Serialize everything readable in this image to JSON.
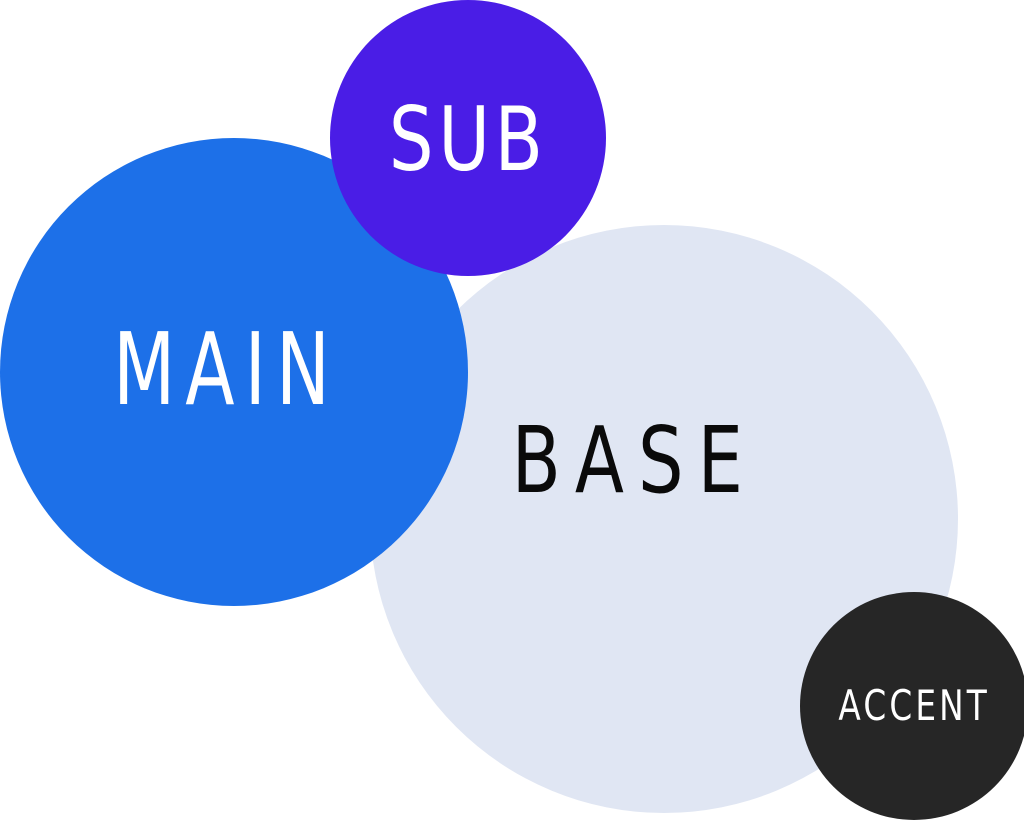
{
  "circles": [
    {
      "id": "base",
      "label": "BASE",
      "fill": "#e0e6f3",
      "text_color": "#0a0a0a"
    },
    {
      "id": "main",
      "label": "MAIN",
      "fill": "#1d70e8",
      "text_color": "#ffffff"
    },
    {
      "id": "sub",
      "label": "SUB",
      "fill": "#4a1de6",
      "text_color": "#ffffff"
    },
    {
      "id": "accent",
      "label": "ACCENT",
      "fill": "#262626",
      "text_color": "#ffffff"
    }
  ]
}
